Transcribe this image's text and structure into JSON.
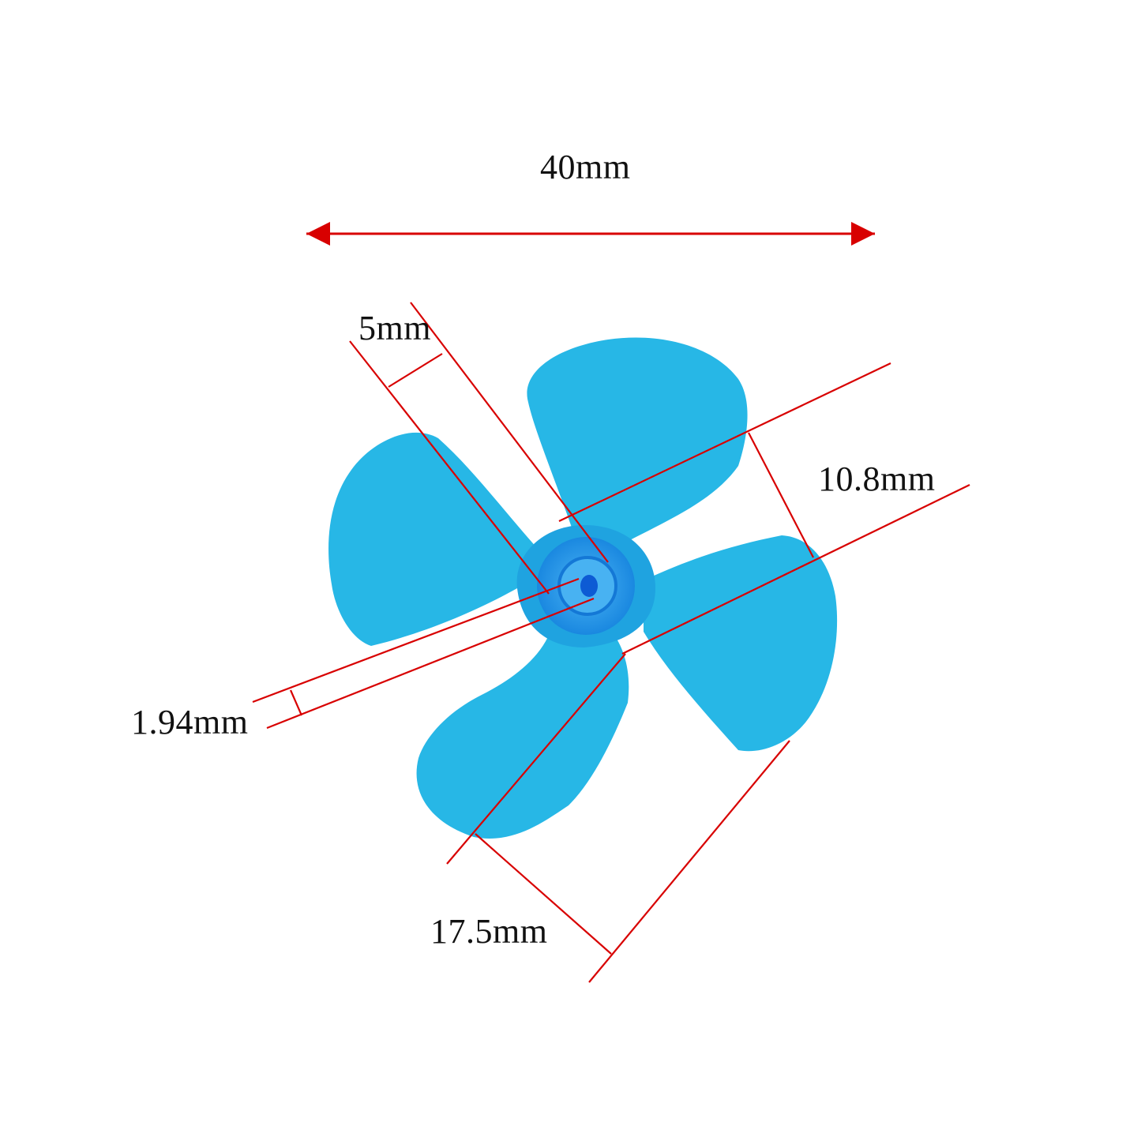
{
  "dimensions": {
    "overall_width": "40mm",
    "hub_diameter": "5mm",
    "blade_width": "10.8mm",
    "shaft_hole": "1.94mm",
    "blade_length": "17.5mm"
  },
  "colors": {
    "blade": "#27b7e6",
    "blade_shadow": "#1aa6d8",
    "hub_outer": "#1e90e4",
    "hub_inner": "#3aa8f0",
    "bore": "#1060d8",
    "dimension_line": "#d80000",
    "label_text": "#111111"
  }
}
